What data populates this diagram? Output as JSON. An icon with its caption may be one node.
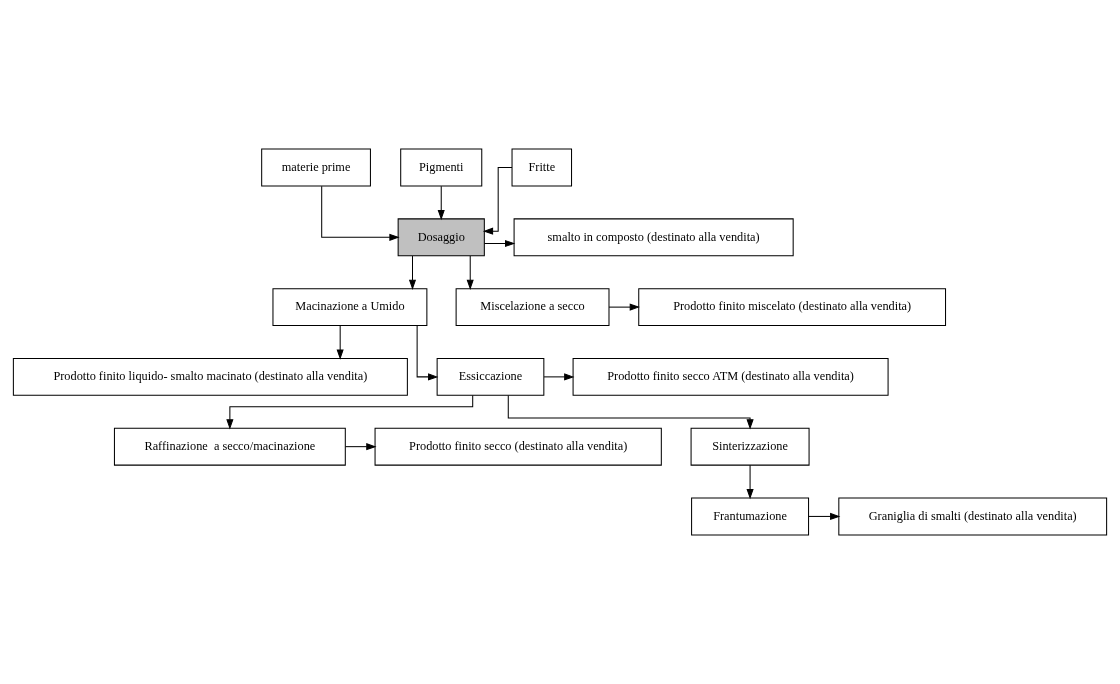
{
  "diagram": {
    "nodes": [
      {
        "text": [
          "materie prime"
        ]
      },
      {
        "text": [
          "Pigmenti"
        ]
      },
      {
        "text": [
          "Fritte"
        ]
      },
      {
        "text": [
          "Dosaggio"
        ]
      },
      {
        "text": [
          "smalto in composto (destinato alla vendita)"
        ]
      },
      {
        "text": [
          "Macinazione a Umido"
        ]
      },
      {
        "text": [
          "Miscelazione a secco"
        ]
      },
      {
        "text": [
          "Prodotto finito miscelato (destinato alla vendita)"
        ]
      },
      {
        "text": [
          "Prodotto finito liquido- smalto macinato (destinato alla vendita)"
        ]
      },
      {
        "text": [
          "Essiccazione"
        ]
      },
      {
        "text": [
          "Prodotto finito secco ATM (destinato alla vendita)"
        ]
      },
      {
        "text": [
          "Raffinazione  a secco/macinazione"
        ]
      },
      {
        "text": [
          "Prodotto finito secco (destinato alla vendita)"
        ]
      },
      {
        "text": [
          "Sinterizzazione"
        ]
      },
      {
        "text": [
          "Frantumazione"
        ]
      },
      {
        "text": [
          "Graniglia di smalti (destinato alla vendita)"
        ]
      }
    ],
    "edges": [
      {
        "from": 0,
        "to": 3,
        "arrow": "to"
      },
      {
        "from": 1,
        "to": 3,
        "arrow": "to"
      },
      {
        "from": 2,
        "to": 3,
        "arrow": "to"
      },
      {
        "from": 3,
        "to": 4,
        "arrow": "to"
      },
      {
        "from": 3,
        "to": 5,
        "arrow": "to"
      },
      {
        "from": 3,
        "to": 6,
        "arrow": "to"
      },
      {
        "from": 6,
        "to": 7,
        "arrow": "to"
      },
      {
        "from": 5,
        "to": 8,
        "arrow": "to"
      },
      {
        "from": 5,
        "to": 9,
        "arrow": "to"
      },
      {
        "from": 9,
        "to": 10,
        "arrow": "to"
      },
      {
        "from": 9,
        "to": 11,
        "arrow": "to"
      },
      {
        "from": 11,
        "to": 12,
        "arrow": "to"
      },
      {
        "from": 9,
        "to": 13,
        "arrow": "to"
      },
      {
        "from": 13,
        "to": 14,
        "arrow": "to"
      },
      {
        "from": 14,
        "to": 15,
        "arrow": "to"
      }
    ]
  }
}
